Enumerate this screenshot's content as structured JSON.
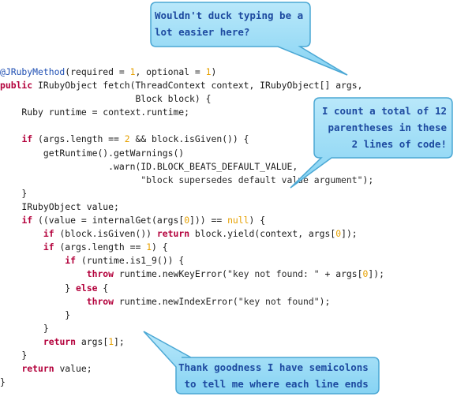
{
  "callouts": [
    {
      "id": "duck-typing",
      "text": "Wouldn't duck typing be a\nlot easier here?"
    },
    {
      "id": "parentheses",
      "text": "I count a total of 12\nparentheses in these\n2 lines of code!"
    },
    {
      "id": "semicolons",
      "text": "Thank goodness I have semicolons\n to tell me where each line ends"
    }
  ],
  "code_lines": [
    [
      [
        "ann",
        "@JRubyMethod"
      ],
      [
        "txt",
        "(required = "
      ],
      [
        "num",
        "1"
      ],
      [
        "txt",
        ", optional = "
      ],
      [
        "num",
        "1"
      ],
      [
        "txt",
        ")"
      ]
    ],
    [
      [
        "kw",
        "public"
      ],
      [
        "txt",
        " IRubyObject fetch(ThreadContext context, IRubyObject[] args,"
      ]
    ],
    [
      [
        "txt",
        "                         Block block) {"
      ]
    ],
    [
      [
        "txt",
        "    Ruby runtime = context.runtime;"
      ]
    ],
    [
      [
        "txt",
        ""
      ]
    ],
    [
      [
        "txt",
        "    "
      ],
      [
        "kw",
        "if"
      ],
      [
        "txt",
        " (args.length == "
      ],
      [
        "num",
        "2"
      ],
      [
        "txt",
        " && block.isGiven()) {"
      ]
    ],
    [
      [
        "txt",
        "        getRuntime().getWarnings()"
      ]
    ],
    [
      [
        "txt",
        "                    .warn(ID.BLOCK_BEATS_DEFAULT_VALUE,"
      ]
    ],
    [
      [
        "txt",
        "                          "
      ],
      [
        "str",
        "\"block supersedes default value argument\""
      ],
      [
        "txt",
        ");"
      ]
    ],
    [
      [
        "txt",
        "    }"
      ]
    ],
    [
      [
        "txt",
        "    IRubyObject value;"
      ]
    ],
    [
      [
        "txt",
        "    "
      ],
      [
        "kw",
        "if"
      ],
      [
        "txt",
        " ((value = internalGet(args["
      ],
      [
        "num",
        "0"
      ],
      [
        "txt",
        "])) == "
      ],
      [
        "num",
        "null"
      ],
      [
        "txt",
        ") {"
      ]
    ],
    [
      [
        "txt",
        "        "
      ],
      [
        "kw",
        "if"
      ],
      [
        "txt",
        " (block.isGiven()) "
      ],
      [
        "kw",
        "return"
      ],
      [
        "txt",
        " block.yield(context, args["
      ],
      [
        "num",
        "0"
      ],
      [
        "txt",
        "]);"
      ]
    ],
    [
      [
        "txt",
        "        "
      ],
      [
        "kw",
        "if"
      ],
      [
        "txt",
        " (args.length == "
      ],
      [
        "num",
        "1"
      ],
      [
        "txt",
        ") {"
      ]
    ],
    [
      [
        "txt",
        "            "
      ],
      [
        "kw",
        "if"
      ],
      [
        "txt",
        " (runtime.is1_9()) {"
      ]
    ],
    [
      [
        "txt",
        "                "
      ],
      [
        "kw",
        "throw"
      ],
      [
        "txt",
        " runtime.newKeyError("
      ],
      [
        "str",
        "\"key not found: \""
      ],
      [
        "txt",
        " + args["
      ],
      [
        "num",
        "0"
      ],
      [
        "txt",
        "]);"
      ]
    ],
    [
      [
        "txt",
        "            } "
      ],
      [
        "kw",
        "else"
      ],
      [
        "txt",
        " {"
      ]
    ],
    [
      [
        "txt",
        "                "
      ],
      [
        "kw",
        "throw"
      ],
      [
        "txt",
        " runtime.newIndexError("
      ],
      [
        "str",
        "\"key not found\""
      ],
      [
        "txt",
        ");"
      ]
    ],
    [
      [
        "txt",
        "            }"
      ]
    ],
    [
      [
        "txt",
        "        }"
      ]
    ],
    [
      [
        "txt",
        "        "
      ],
      [
        "kw",
        "return"
      ],
      [
        "txt",
        " args["
      ],
      [
        "num",
        "1"
      ],
      [
        "txt",
        "];"
      ]
    ],
    [
      [
        "txt",
        "    }"
      ]
    ],
    [
      [
        "txt",
        "    "
      ],
      [
        "kw",
        "return"
      ],
      [
        "txt",
        " value;"
      ]
    ],
    [
      [
        "txt",
        "}"
      ]
    ]
  ],
  "colors": {
    "keyword": "#b3003b",
    "number": "#e6a000",
    "annotation": "#1f4fb3",
    "callout_fill": "#8fd8f5",
    "callout_stroke": "#4aa7d4",
    "callout_text": "#1d4aa0"
  }
}
